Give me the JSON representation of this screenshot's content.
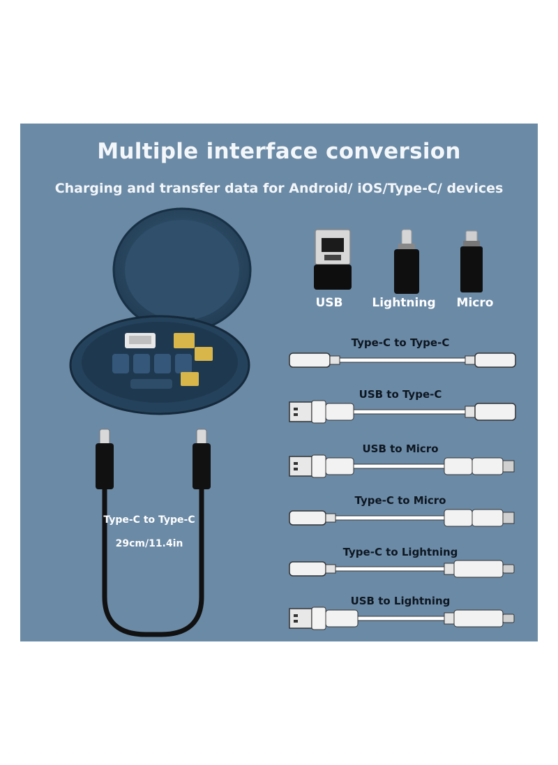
{
  "header": {
    "title": "Multiple interface conversion",
    "subtitle": "Charging and transfer data for Android/ iOS/Type-C/ devices"
  },
  "adapters": [
    {
      "label": "USB",
      "icon": "usb-adapter-icon"
    },
    {
      "label": "Lightning",
      "icon": "lightning-adapter-icon"
    },
    {
      "label": "Micro",
      "icon": "micro-adapter-icon"
    }
  ],
  "cables": [
    {
      "label": "Type-C to Type-C",
      "left": "type-c",
      "right": "type-c"
    },
    {
      "label": "USB to Type-C",
      "left": "usb",
      "right": "type-c"
    },
    {
      "label": "USB to Micro",
      "left": "usb",
      "right": "micro"
    },
    {
      "label": "Type-C to Micro",
      "left": "type-c",
      "right": "micro"
    },
    {
      "label": "Type-C to Lightning",
      "left": "type-c",
      "right": "lightning"
    },
    {
      "label": "USB to Lightning",
      "left": "usb",
      "right": "lightning"
    }
  ],
  "short_cable": {
    "label": "Type-C to Type-C",
    "length": "29cm/11.4in"
  },
  "colors": {
    "background": "#6b8aa6",
    "case": "#2b4a63",
    "cable_white": "#f2f2f2"
  }
}
